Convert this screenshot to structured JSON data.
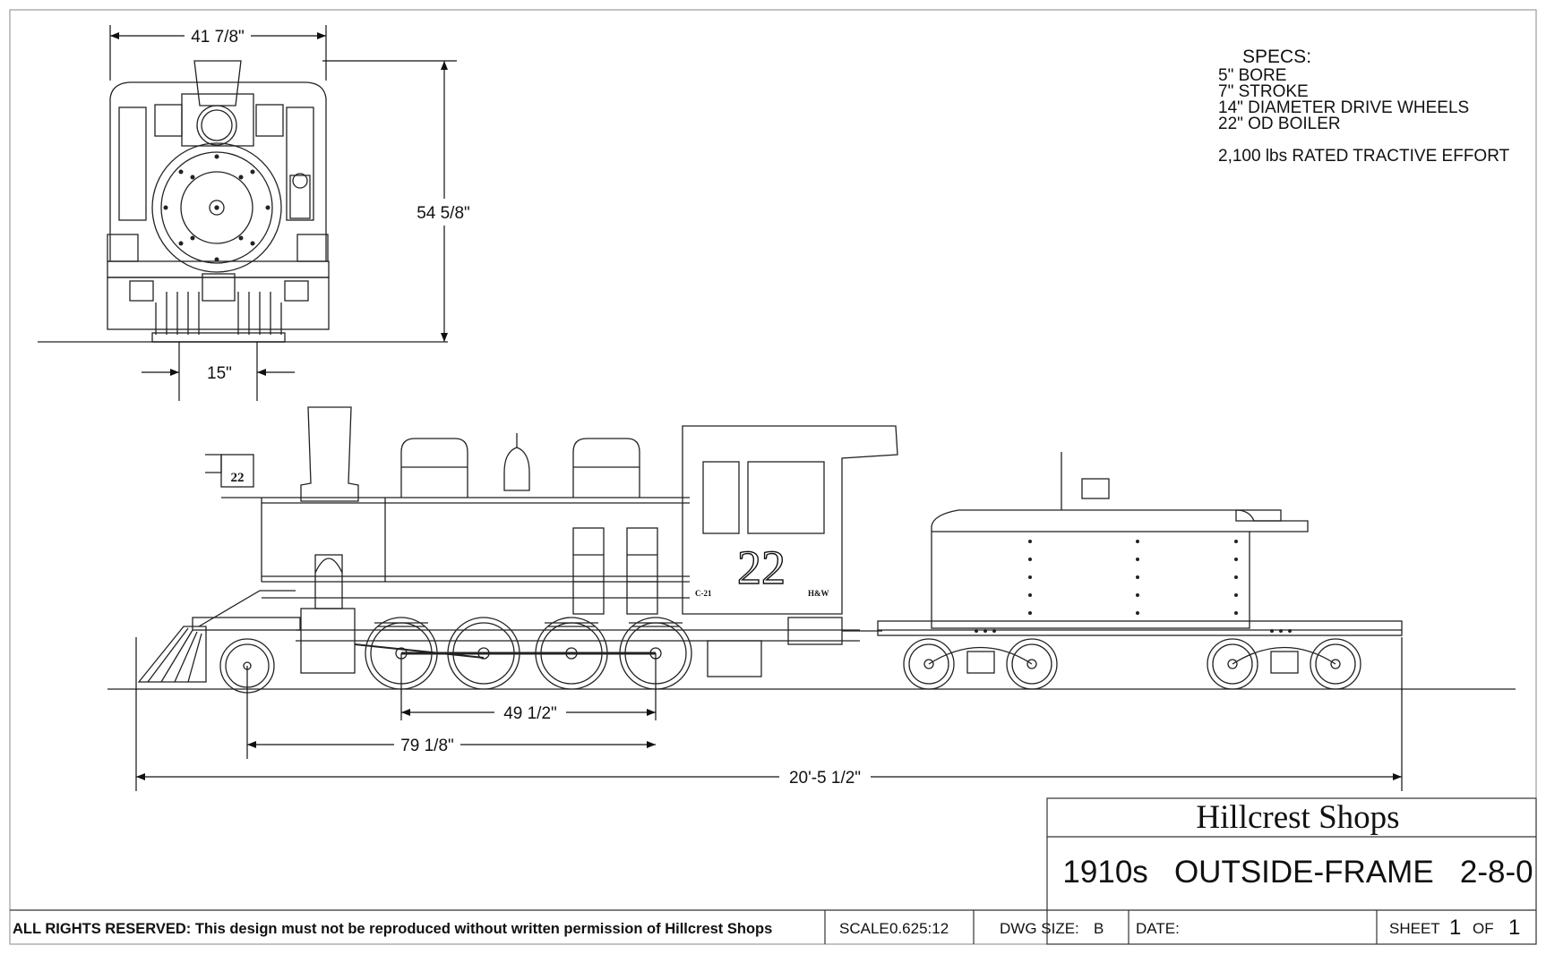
{
  "dimensions": {
    "front_width": "41 7/8\"",
    "front_height": "54 5/8\"",
    "gauge": "15\"",
    "driver_wheelbase": "49 1/2\"",
    "engine_wheelbase": "79 1/8\"",
    "overall_length": "20'-5 1/2\""
  },
  "specs": {
    "heading": "SPECS:",
    "lines": [
      "5\" BORE",
      "7\" STROKE",
      "14\" DIAMETER DRIVE WHEELS",
      "22\" OD BOILER"
    ],
    "tractive_effort": "2,100 lbs RATED TRACTIVE EFFORT"
  },
  "locomotive": {
    "number_plate": "22",
    "cab_number": "22",
    "class_label": "C-21",
    "builder_mark": "H&W"
  },
  "title_block": {
    "company": "Hillcrest Shops",
    "drawing_title": "1910s   OUTSIDE-FRAME   2-8-0",
    "rights": "ALL RIGHTS RESERVED:  This design must not be reproduced without written permission of Hillcrest Shops",
    "scale_label": "SCALE",
    "scale_value": "0.625:12",
    "dwg_size_label": "DWG SIZE:",
    "dwg_size_value": "B",
    "date_label": "DATE:",
    "date_value": "",
    "sheet_label": "SHEET",
    "sheet_number": "1",
    "of_label": "OF",
    "sheet_total": "1"
  }
}
